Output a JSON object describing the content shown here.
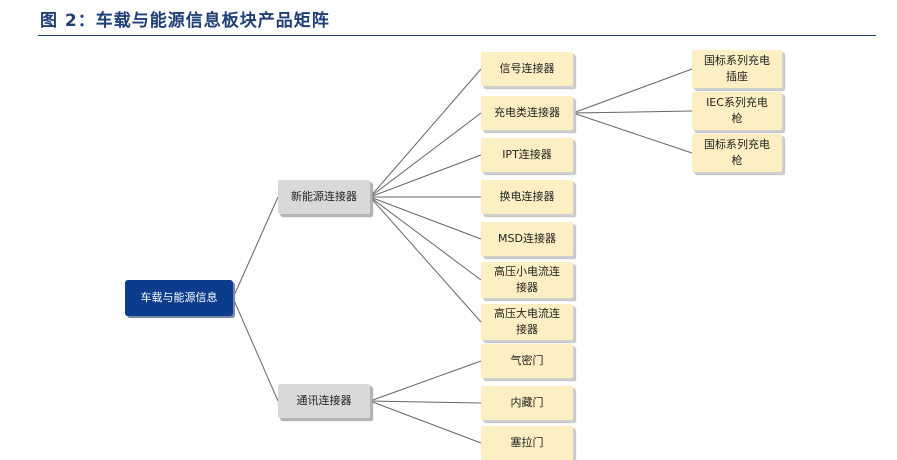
{
  "figure": {
    "title": "图 2：车载与能源信息板块产品矩阵"
  },
  "nodes": {
    "root": "车载与能源信息",
    "new_energy": "新能源连接器",
    "comm": "通讯连接器",
    "signal": "信号连接器",
    "charging": "充电类连接器",
    "ipt": "IPT连接器",
    "swap": "换电连接器",
    "msd": "MSD连接器",
    "hv_small": "高压小电流连\n接器",
    "hv_large": "高压大电流连\n接器",
    "gb_socket": "国标系列充电\n插座",
    "iec_gun": "IEC系列充电\n枪",
    "gb_gun": "国标系列充电\n枪",
    "airtight_door": "气密门",
    "hidden_door": "内藏门",
    "plug_door": "塞拉门"
  },
  "colors": {
    "title": "#1f3f77",
    "root_fill": "#0c3c8c",
    "level1_fill": "#d9d9d9",
    "leaf_fill": "#fdefc4",
    "connector_line": "#666666"
  }
}
